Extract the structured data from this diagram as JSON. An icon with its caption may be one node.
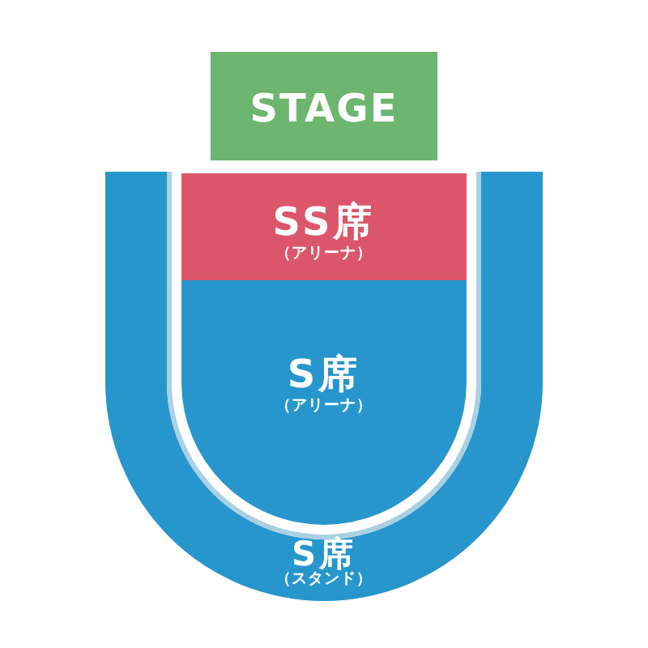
{
  "diagram": {
    "nodes": [
      {
        "text": [
          "STAGE"
        ]
      },
      {
        "text": [
          "S席",
          "（スタンド）"
        ]
      },
      {
        "text": [
          "SS席",
          "（アリーナ）"
        ],
        "in": 1
      },
      {
        "text": [
          "S席",
          "（アリーナ）"
        ],
        "in": 1
      }
    ]
  }
}
